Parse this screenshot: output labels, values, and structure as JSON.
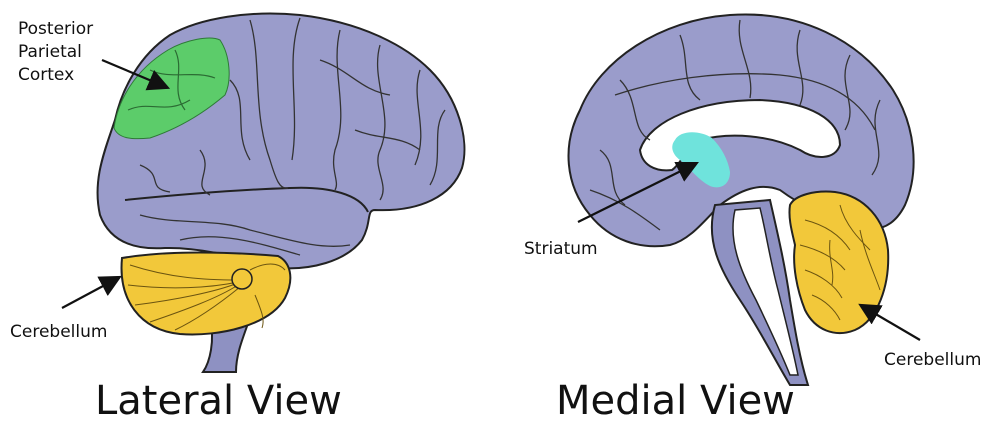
{
  "lateral": {
    "title": "Lateral View",
    "ppc_label_1": "Posterior",
    "ppc_label_2": "Parietal",
    "ppc_label_3": "Cortex",
    "cerebellum_label": "Cerebellum"
  },
  "medial": {
    "title": "Medial View",
    "striatum_label": "Striatum",
    "cerebellum_label": "Cerebellum"
  },
  "colors": {
    "cortex": "#9a9ccb",
    "ppc": "#5ccc6a",
    "cerebellum": "#f2c83a",
    "striatum": "#6fe3dc",
    "outline": "#222222",
    "brainstem": "#8e91c2"
  }
}
